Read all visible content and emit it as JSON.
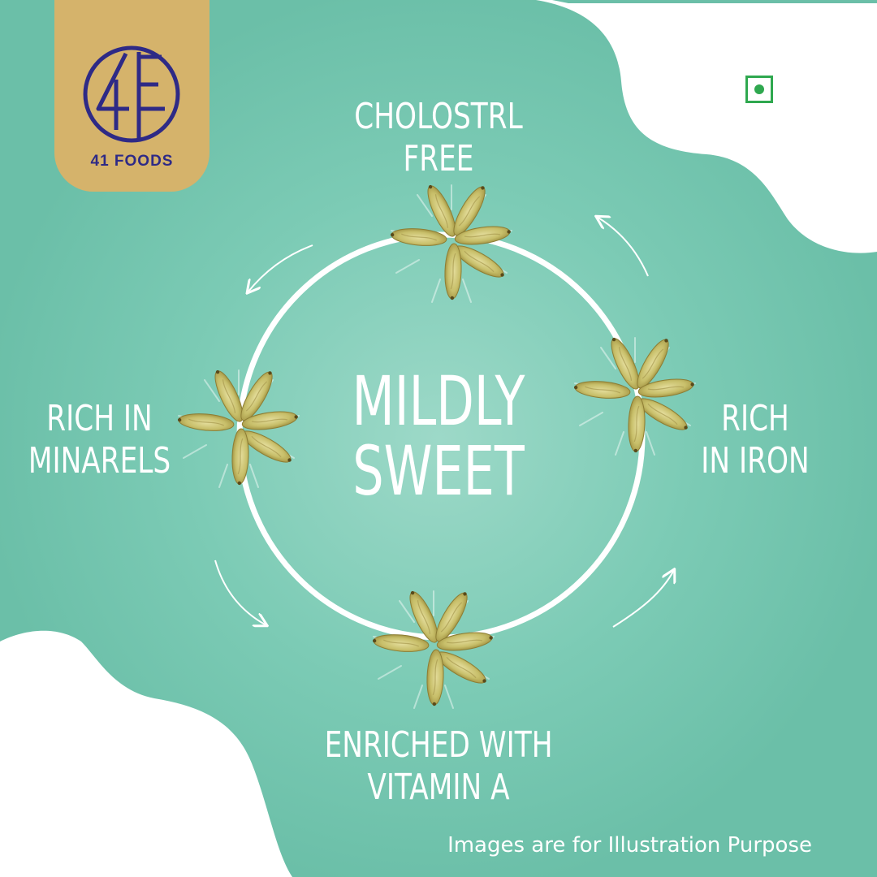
{
  "brand": {
    "name": "41 FOODS",
    "logo_lettering": "4F",
    "logo_bg": "#d5b36b",
    "logo_color": "#2e2a86"
  },
  "veg_mark": {
    "color": "#2fa84f"
  },
  "colors": {
    "teal": "#6bbfa8",
    "teal_light": "#9dd9c8",
    "white": "#ffffff",
    "raisin": "#c8bf6a",
    "raisin_dark": "#a39440"
  },
  "center": {
    "line1": "MILDLY",
    "line2": "SWEET"
  },
  "benefits": {
    "top": {
      "line1": "CHOLOSTRL",
      "line2": "FREE"
    },
    "left": {
      "line1": "RICH  IN",
      "line2": "MINARELS"
    },
    "right": {
      "line1": "RICH",
      "line2": "IN  IRON"
    },
    "bottom": {
      "line1": "ENRICHED WITH",
      "line2": "VITAMIN  A"
    }
  },
  "disclaimer": "Images are for Illustration Purpose"
}
